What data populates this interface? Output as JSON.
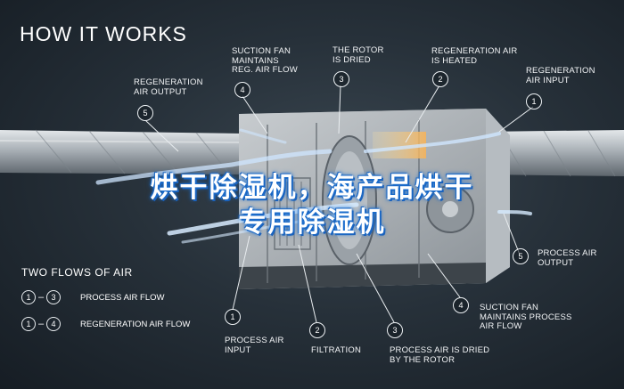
{
  "title": "HOW IT WORKS",
  "overlay_text": [
    "烘干除湿机，海产品烘干",
    "专用除湿机"
  ],
  "top_labels": [
    {
      "num": "5",
      "lines": [
        "REGENERATION",
        "AIR OUTPUT"
      ]
    },
    {
      "num": "4",
      "lines": [
        "SUCTION FAN",
        "MAINTAINS",
        "REG. AIR FLOW"
      ]
    },
    {
      "num": "3",
      "lines": [
        "THE ROTOR",
        "IS DRIED"
      ]
    },
    {
      "num": "2",
      "lines": [
        "REGENERATION AIR",
        "IS HEATED"
      ]
    },
    {
      "num": "1",
      "lines": [
        "REGENERATION",
        "AIR INPUT"
      ]
    }
  ],
  "right_label": {
    "num": "5",
    "lines": [
      "PROCESS AIR",
      "OUTPUT"
    ]
  },
  "bottom_labels": [
    {
      "num": "1",
      "lines": [
        "PROCESS AIR",
        "INPUT"
      ]
    },
    {
      "num": "2",
      "lines": [
        "FILTRATION"
      ]
    },
    {
      "num": "3",
      "lines": [
        "PROCESS AIR IS DRIED",
        "BY THE ROTOR"
      ]
    },
    {
      "num": "4",
      "lines": [
        "SUCTION FAN",
        "MAINTAINS PROCESS",
        "AIR FLOW"
      ]
    }
  ],
  "legend": {
    "title": "TWO FLOWS OF AIR",
    "rows": [
      {
        "from": "1",
        "dash": "–",
        "to": "3",
        "text": "PROCESS AIR FLOW"
      },
      {
        "from": "1",
        "dash": "–",
        "to": "4",
        "text": "REGENERATION AIR FLOW"
      }
    ]
  },
  "colors": {
    "background": "#27313a",
    "process_air": "#cfe6ff",
    "regeneration_air": "#f2c27a",
    "overlay_glow": "#1a6fd0"
  }
}
